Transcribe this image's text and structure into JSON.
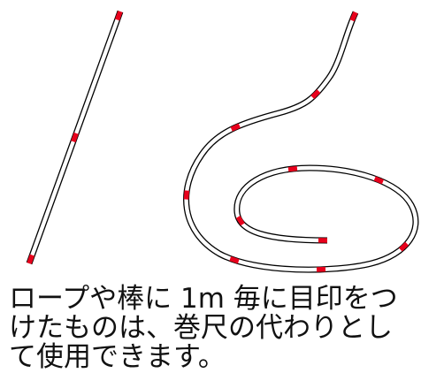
{
  "colors": {
    "rope_outline": "#000000",
    "rope_fill": "#ffffff",
    "meter_mark": "#e8001c",
    "caption_text": "#111111"
  },
  "figure": {
    "straight_pole": {
      "meter_marks": 3
    },
    "coiled_rope": {
      "meter_marks": 11
    }
  },
  "caption": {
    "text": "ロープや棒に 1m 毎に目印をつけたものは、巻尺の代わりとして使用できます。"
  }
}
